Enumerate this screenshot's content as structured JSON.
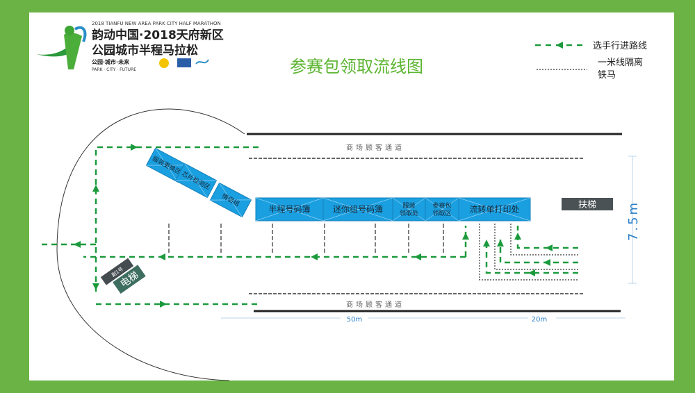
{
  "logo": {
    "subtitle_en": "2018 TIANFU NEW AREA PARK CITY HALF MARATHON",
    "line1": "韵动中国·2018天府新区",
    "line2": "公园城市半程马拉松",
    "slogan_cn": "公园·城市·未来",
    "slogan_en": "PARK · CITY · FUTURE"
  },
  "title": "参赛包领取流线图",
  "legend": {
    "route_label": "选手行进路线",
    "barrier_label_1": "一米线隔离",
    "barrier_label_2": "铁马"
  },
  "zones": {
    "angled": [
      "服装更换区",
      "芯片检测区",
      "情侣组"
    ],
    "angled_lines": [
      [
        "服装",
        "更换区"
      ],
      [
        "芯片",
        "检测区"
      ],
      [
        "情侣组"
      ]
    ],
    "row": [
      {
        "lines": [
          "半程号码簿"
        ]
      },
      {
        "lines": [
          "迷你组号码簿"
        ]
      },
      {
        "lines": [
          "服装",
          "领取处"
        ]
      },
      {
        "lines": [
          "参赛包",
          "领取区"
        ]
      },
      {
        "lines": [
          "流转单打印处"
        ]
      }
    ]
  },
  "escalator": "扶梯",
  "elevator": {
    "label": "电梯",
    "sub": "副1号"
  },
  "corridor": "商场顾客通道",
  "dimensions": {
    "width_a": "50m",
    "width_b": "20m",
    "height": "7.5m"
  },
  "colors": {
    "border": "#6ab344",
    "route": "#1a9a3c",
    "zone": "#1a9fe0",
    "title": "#5cb531",
    "dim": "#2a7fc8"
  }
}
